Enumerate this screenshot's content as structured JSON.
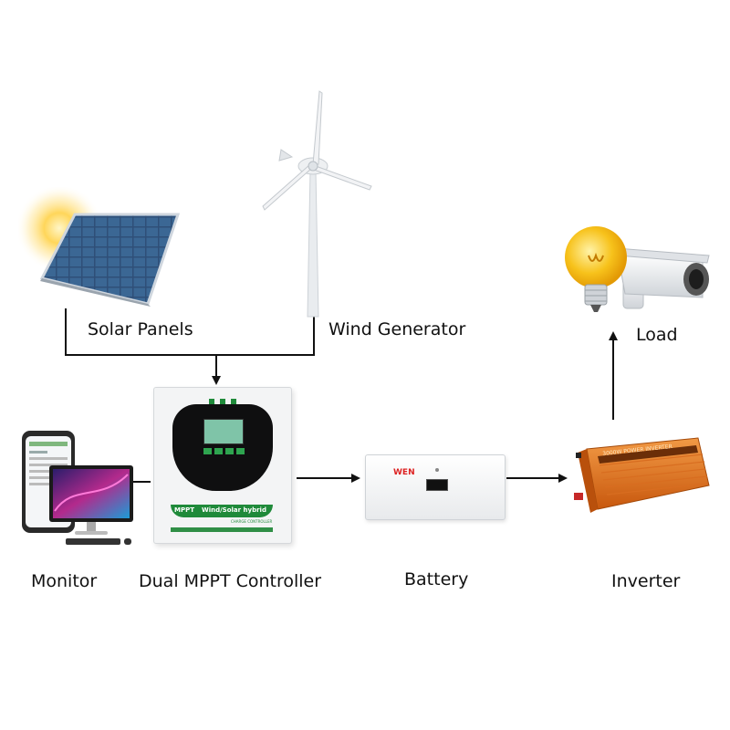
{
  "nodes": {
    "solar": {
      "label": "Solar Panels"
    },
    "wind": {
      "label": "Wind Generator"
    },
    "load": {
      "label": "Load"
    },
    "monitor": {
      "label": "Monitor"
    },
    "controller": {
      "label": "Dual MPPT Controller",
      "brand_text": "MPPT",
      "model_text": "Wind/Solar hybrid",
      "sub_text": "CHARGE CONTROLLER"
    },
    "battery": {
      "label": "Battery",
      "logo_text": "WEN"
    },
    "inverter": {
      "label": "Inverter",
      "panel_text": "3000W  POWER INVERTER"
    }
  },
  "colors": {
    "line": "#111111",
    "inverter_orange": "#e8741a",
    "controller_green": "#1f8a3a",
    "bulb_yellow": "#f7c21b"
  }
}
